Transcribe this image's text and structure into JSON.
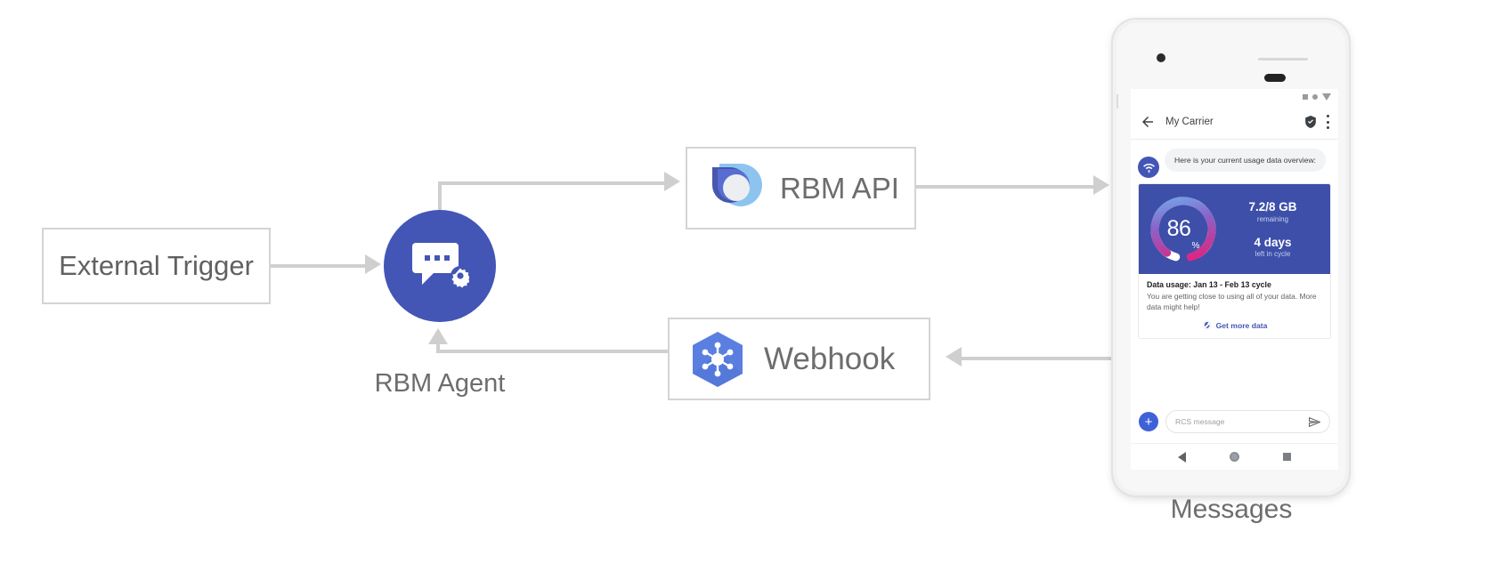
{
  "diagram": {
    "external_trigger": {
      "label": "External Trigger"
    },
    "agent": {
      "caption": "RBM Agent",
      "icon": "chat-gear-icon",
      "color": "#4356b6"
    },
    "rbm_api": {
      "label": "RBM API",
      "icon": "rbm-droplet-icon"
    },
    "webhook": {
      "label": "Webhook",
      "icon": "webhook-hexagon-icon"
    },
    "phone_caption": "Messages"
  },
  "phone": {
    "status_bar": {
      "icons": [
        "signal-square-icon",
        "wifi-dot-icon",
        "battery-triangle-icon"
      ]
    },
    "app_bar": {
      "back_icon": "back-arrow-icon",
      "title": "My Carrier",
      "verified_icon": "verified-shield-icon",
      "menu_icon": "overflow-menu-icon"
    },
    "message": {
      "avatar_icon": "carrier-wifi-avatar-icon",
      "text": "Here is your current usage data overview:"
    },
    "rich_card": {
      "gauge": {
        "percent": "86",
        "percent_symbol": "%",
        "value": 86,
        "gradient_start": "#6fb0ee",
        "gradient_mid": "#8a63c8",
        "gradient_end": "#e0237f",
        "track": "#ffffff",
        "panel_color": "#3d4fa9"
      },
      "stats": [
        {
          "main": "7.2/8 GB",
          "sub": "remaining"
        },
        {
          "main": "4 days",
          "sub": "left in cycle"
        }
      ],
      "title": "Data usage: Jan 13 - Feb 13 cycle",
      "description": "You are getting close to using all of your data. More data might help!",
      "action": {
        "icon": "globe-icon",
        "label": "Get more data",
        "color": "#4356b6"
      }
    },
    "composer": {
      "plus_label": "+",
      "placeholder": "RCS message",
      "send_icon": "send-arrow-icon"
    },
    "nav_bar": {
      "back": "nav-back-icon",
      "home": "nav-home-icon",
      "recents": "nav-recents-icon"
    }
  }
}
